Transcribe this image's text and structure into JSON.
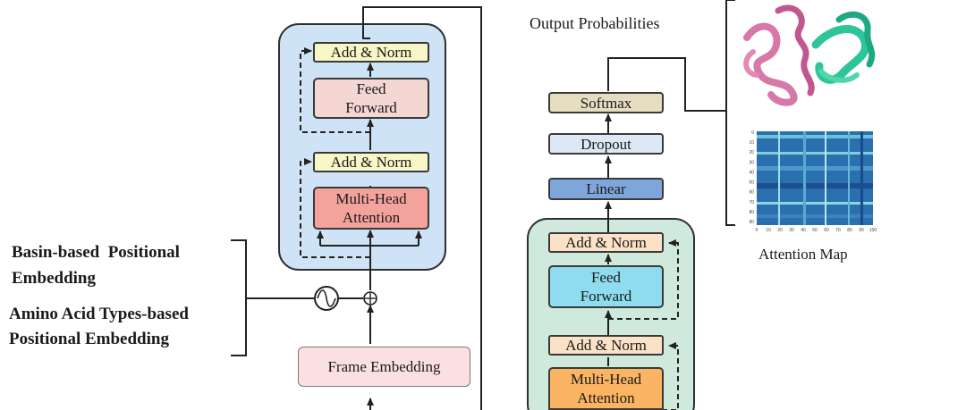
{
  "encoder": {
    "add_norm_top": "Add & Norm",
    "feed_forward": "Feed Forward",
    "add_norm_bottom": "Add & Norm",
    "multi_head_attention": "Multi-Head Attention",
    "frame_embedding": "Frame Embedding"
  },
  "left_labels": {
    "basin_line1": "Basin-based  Positional",
    "basin_line2": "Embedding",
    "amino_line1": "Amino Acid Types-based",
    "amino_line2": "Positional Embedding"
  },
  "decoder": {
    "output_probabilities": "Output Probabilities",
    "softmax": "Softmax",
    "dropout": "Dropout",
    "linear": "Linear",
    "add_norm_top": "Add & Norm",
    "feed_forward": "Feed Forward",
    "add_norm_bottom": "Add & Norm",
    "multi_head_attention": "Multi-Head Attention"
  },
  "outputs": {
    "attention_map_caption": "Attention Map",
    "heatmap_x_ticks": [
      "0",
      "10",
      "20",
      "30",
      "40",
      "50",
      "60",
      "70",
      "80",
      "90",
      "100"
    ],
    "heatmap_y_ticks": [
      "0",
      "10",
      "20",
      "30",
      "40",
      "50",
      "60",
      "70",
      "80",
      "90"
    ]
  },
  "colors": {
    "encoder_panel": "#cfe3f6",
    "decoder_panel": "#cfeadc",
    "add_norm": "#f6f6c6",
    "feed_forward_left": "#f4d6d3",
    "attention_left": "#f3a39c",
    "frame_embedding": "#fbdfe2",
    "softmax": "#e6dcc0",
    "dropout": "#dde8f4",
    "linear": "#7fa6da",
    "add_norm_right": "#fbe2c6",
    "feed_forward_right": "#8fdcef",
    "attention_right": "#fbb463",
    "protein_pink": "#d678a8",
    "protein_teal": "#2ec59a"
  }
}
